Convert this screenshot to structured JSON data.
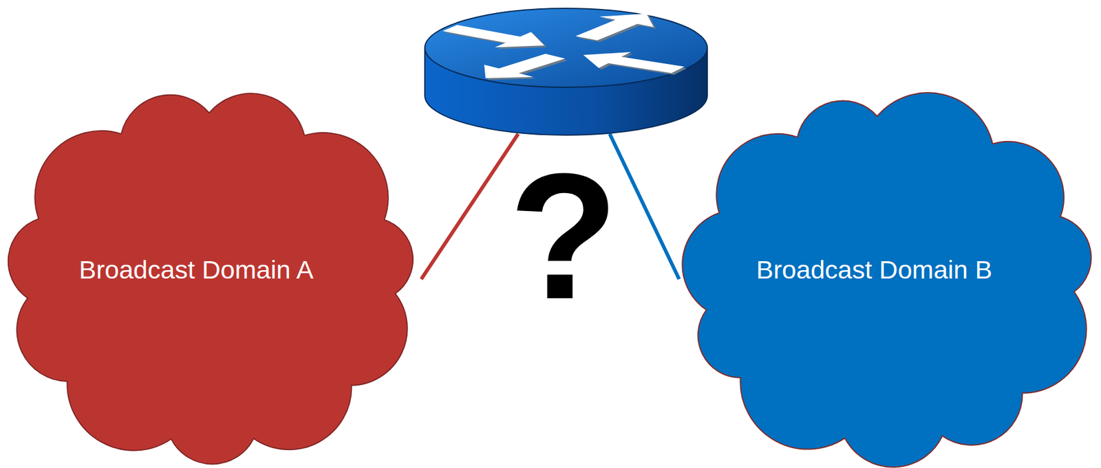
{
  "diagram": {
    "nodes": [
      {
        "text": [
          "Broadcast Domain A"
        ]
      },
      {
        "text": [
          "Broadcast Domain B"
        ]
      }
    ],
    "labels": [
      "?"
    ]
  }
}
